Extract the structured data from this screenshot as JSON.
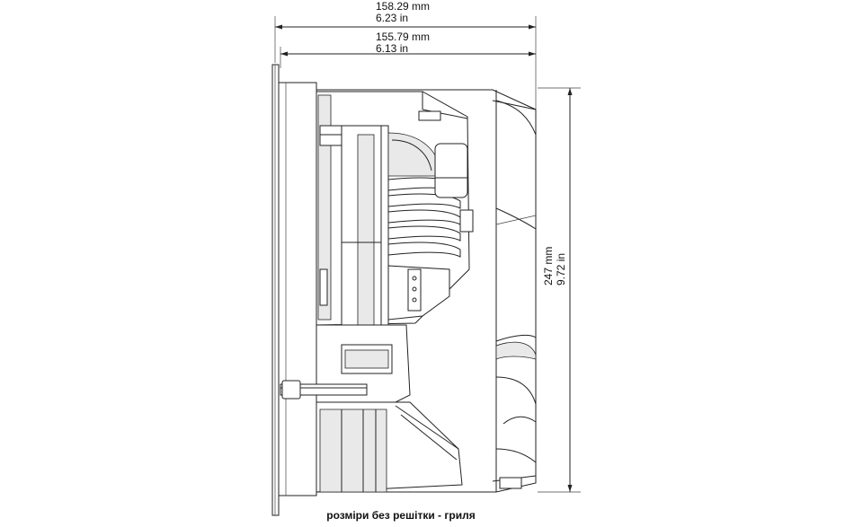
{
  "dimensions": {
    "overall_width_mm": "158.29 mm",
    "overall_width_in": "6.23 in",
    "body_width_mm": "155.79 mm",
    "body_width_in": "6.13 in",
    "height_mm": "247 mm",
    "height_in": "9.72 in"
  },
  "caption": "розміри без решітки - гриля"
}
